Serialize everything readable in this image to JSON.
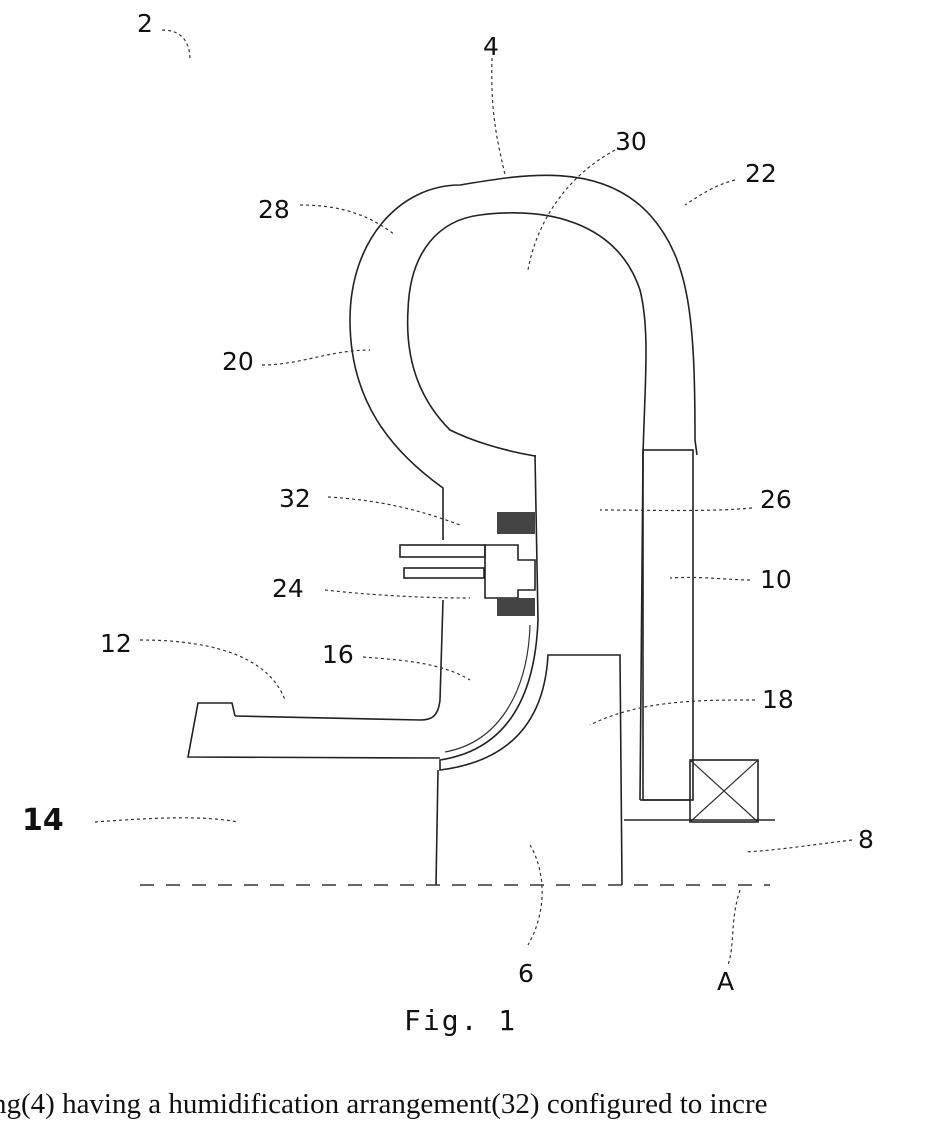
{
  "figure": {
    "labels": {
      "l2": "2",
      "l4": "4",
      "l30": "30",
      "l22": "22",
      "l28": "28",
      "l20": "20",
      "l32": "32",
      "l26": "26",
      "l24": "24",
      "l10": "10",
      "l12": "12",
      "l16": "16",
      "l18": "18",
      "l14": "14",
      "l8": "8",
      "l6": "6",
      "lA": "A"
    },
    "caption": "Fig. 1"
  },
  "abstract_fragment": "ng(4) having a humidification arrangement(32) configured to incre"
}
